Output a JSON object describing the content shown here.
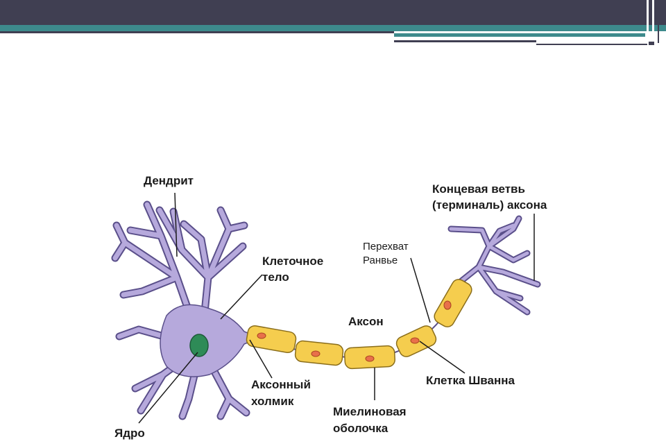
{
  "labels": {
    "dendrite": "Дендрит",
    "terminal_line1": "Концевая ветвь",
    "terminal_line2": "(терминаль) аксона",
    "ranvier_line1": "Перехват",
    "ranvier_line2": "Ранвье",
    "cell_body_line1": "Клеточное",
    "cell_body_line2": "тело",
    "axon": "Аксон",
    "axon_hillock_line1": "Аксонный",
    "axon_hillock_line2": "холмик",
    "schwann_cell": "Клетка Шванна",
    "myelin_line1": "Миелиновая",
    "myelin_line2": "оболочка",
    "nucleus": "Ядро"
  },
  "colors": {
    "header": "#403f52",
    "accent": "#3d8a8c",
    "neuron_body": "#b6a9dc",
    "neuron_outline": "#5a4f8a",
    "nucleus": "#2e8b57",
    "myelin": "#f5cd4e",
    "myelin_outline": "#8a6d1a",
    "schwann_nucleus": "#e8704a"
  }
}
